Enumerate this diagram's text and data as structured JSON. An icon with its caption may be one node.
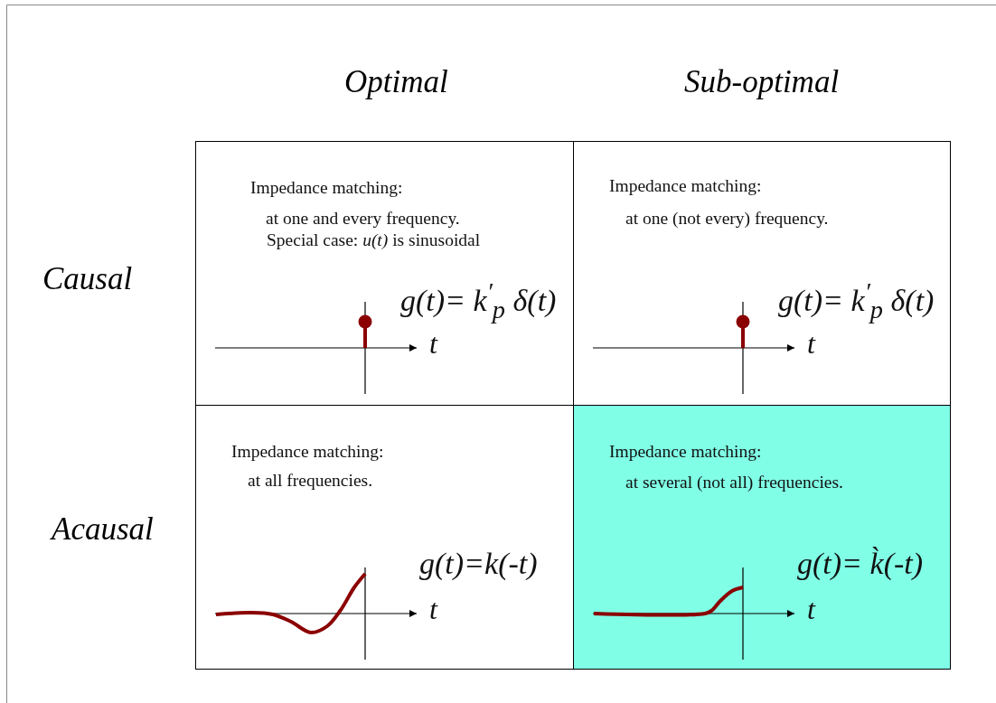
{
  "diagram": {
    "nodes": [
      {
        "text": [
          "Impedance matching:",
          "at one and every frequency.",
          "Special case: *u(t)* is sinusoidal",
          "g(t)= k$^{′}$$_{p}$ δ(t)",
          "t"
        ]
      },
      {
        "text": [
          "Impedance matching:",
          "at one (not every) frequency.",
          "g(t)= k$^{′}$$_{p}$ δ(t)",
          "t"
        ]
      },
      {
        "text": [
          "Impedance matching:",
          "at all frequencies.",
          "g(t)=k(-t)",
          "t"
        ]
      },
      {
        "text": [
          "Impedance matching:",
          "at several (not all) frequencies.",
          "g(t)= k̀(-t)",
          "t"
        ]
      }
    ],
    "labels": [
      "Optimal",
      "Sub-optimal",
      "Causal",
      "Acausal"
    ]
  }
}
